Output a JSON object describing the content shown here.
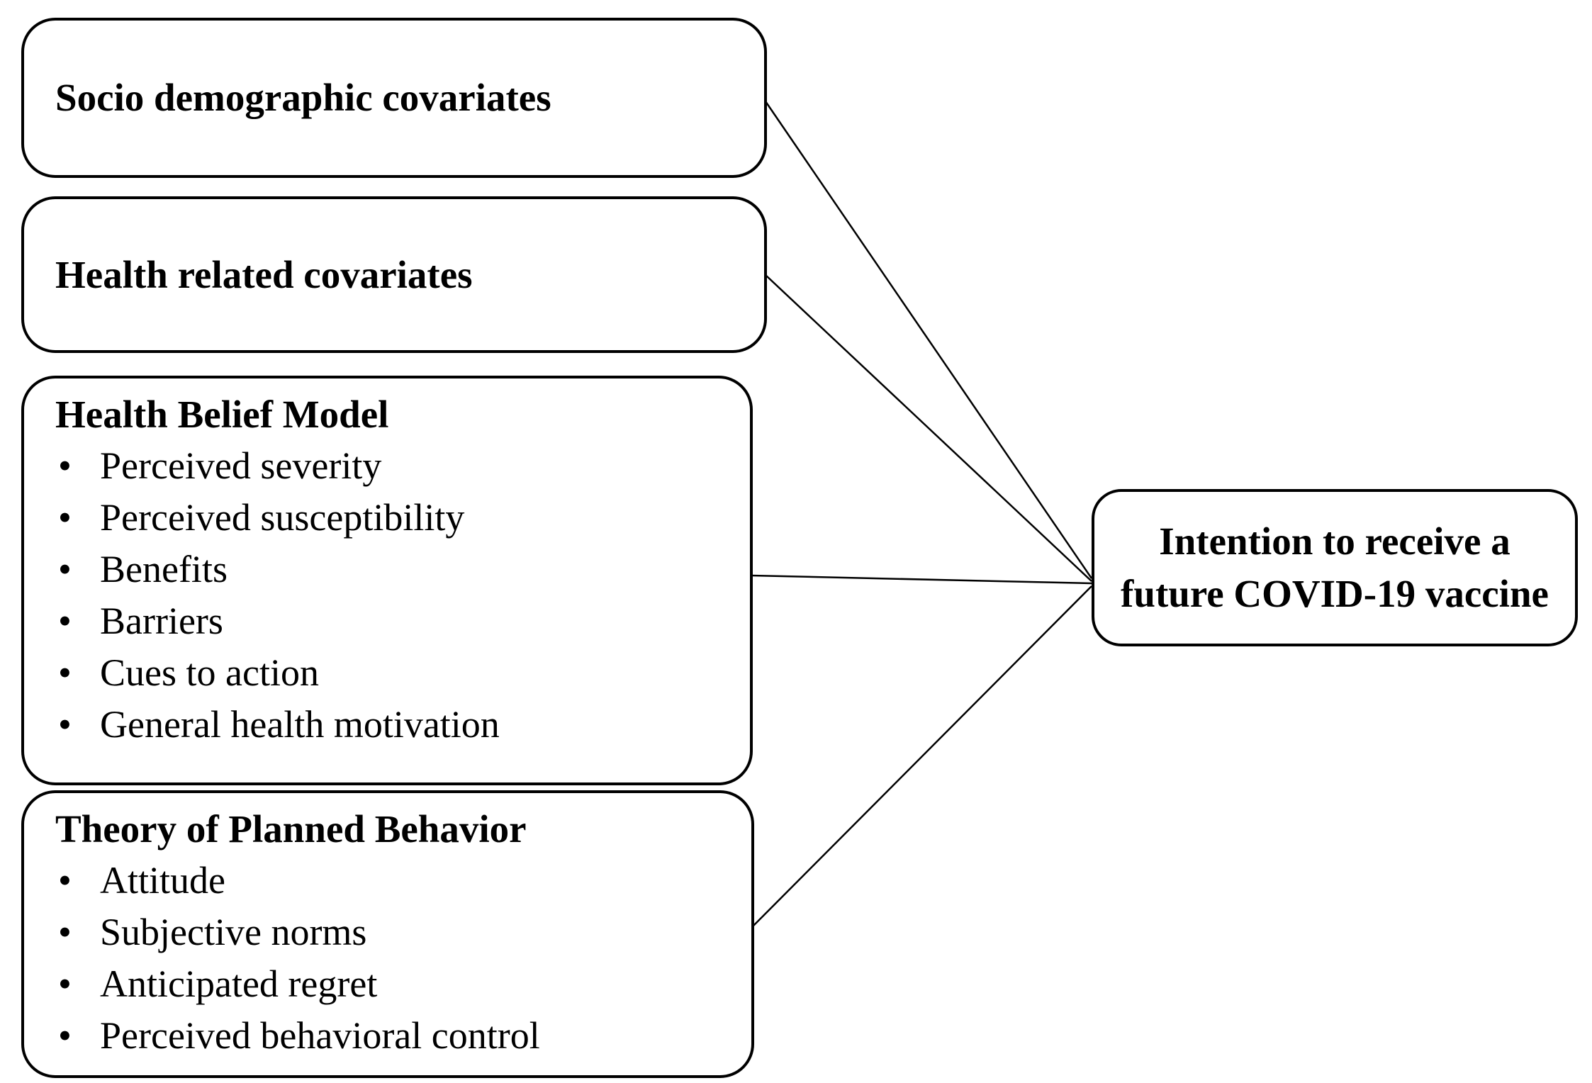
{
  "figure": {
    "background": "#ffffff",
    "border_color": "#000000",
    "text_color": "#000000",
    "predictor_boxes": [
      {
        "title": "Socio demographic covariates",
        "items": []
      },
      {
        "title": "Health related covariates",
        "items": []
      },
      {
        "title": "Health Belief Model",
        "items": [
          "Perceived severity",
          "Perceived susceptibility",
          "Benefits",
          "Barriers",
          "Cues to action",
          "General health motivation"
        ]
      },
      {
        "title": "Theory of Planned Behavior",
        "items": [
          "Attitude",
          "Subjective norms",
          "Anticipated regret",
          "Perceived behavioral control"
        ]
      }
    ],
    "outcome_box": {
      "title": "Intention to receive a future COVID-19 vaccine"
    }
  }
}
